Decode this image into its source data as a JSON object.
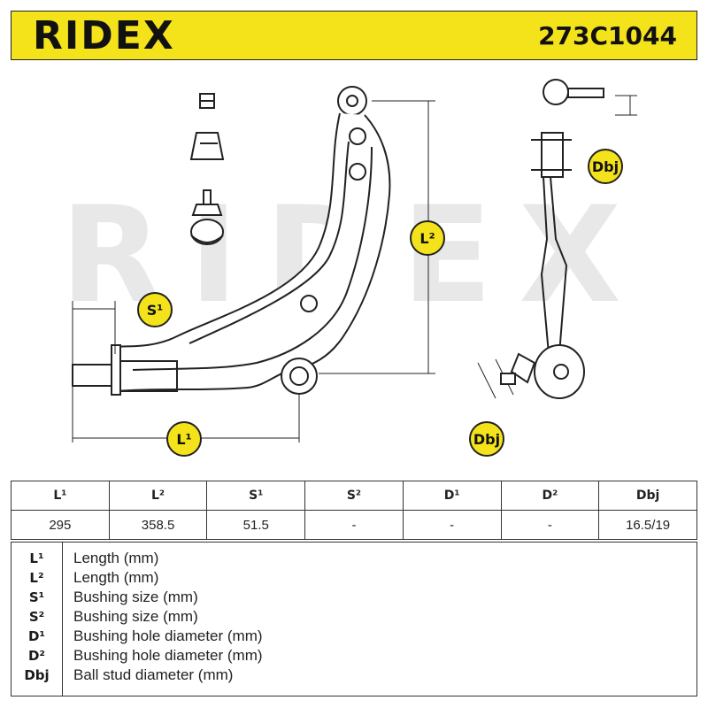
{
  "header": {
    "brand": "RIDEX",
    "part_number": "273C1044"
  },
  "watermark": "RIDEX",
  "badges": {
    "s1": "S¹",
    "l1": "L¹",
    "l2": "L²",
    "dbj_top": "Dbj",
    "dbj_bottom": "Dbj"
  },
  "specs": {
    "headers": [
      "L¹",
      "L²",
      "S¹",
      "S²",
      "D¹",
      "D²",
      "Dbj"
    ],
    "values": [
      "295",
      "358.5",
      "51.5",
      "-",
      "-",
      "-",
      "16.5/19"
    ]
  },
  "legend": [
    {
      "symbol": "L¹",
      "description": "Length (mm)"
    },
    {
      "symbol": "L²",
      "description": "Length (mm)"
    },
    {
      "symbol": "S¹",
      "description": "Bushing size (mm)"
    },
    {
      "symbol": "S²",
      "description": "Bushing size (mm)"
    },
    {
      "symbol": "D¹",
      "description": "Bushing hole diameter (mm)"
    },
    {
      "symbol": "D²",
      "description": "Bushing hole diameter (mm)"
    },
    {
      "symbol": "Dbj",
      "description": "Ball stud diameter (mm)"
    }
  ],
  "colors": {
    "accent": "#f4e31b",
    "line": "#222222",
    "watermark": "#e6e6e6"
  }
}
